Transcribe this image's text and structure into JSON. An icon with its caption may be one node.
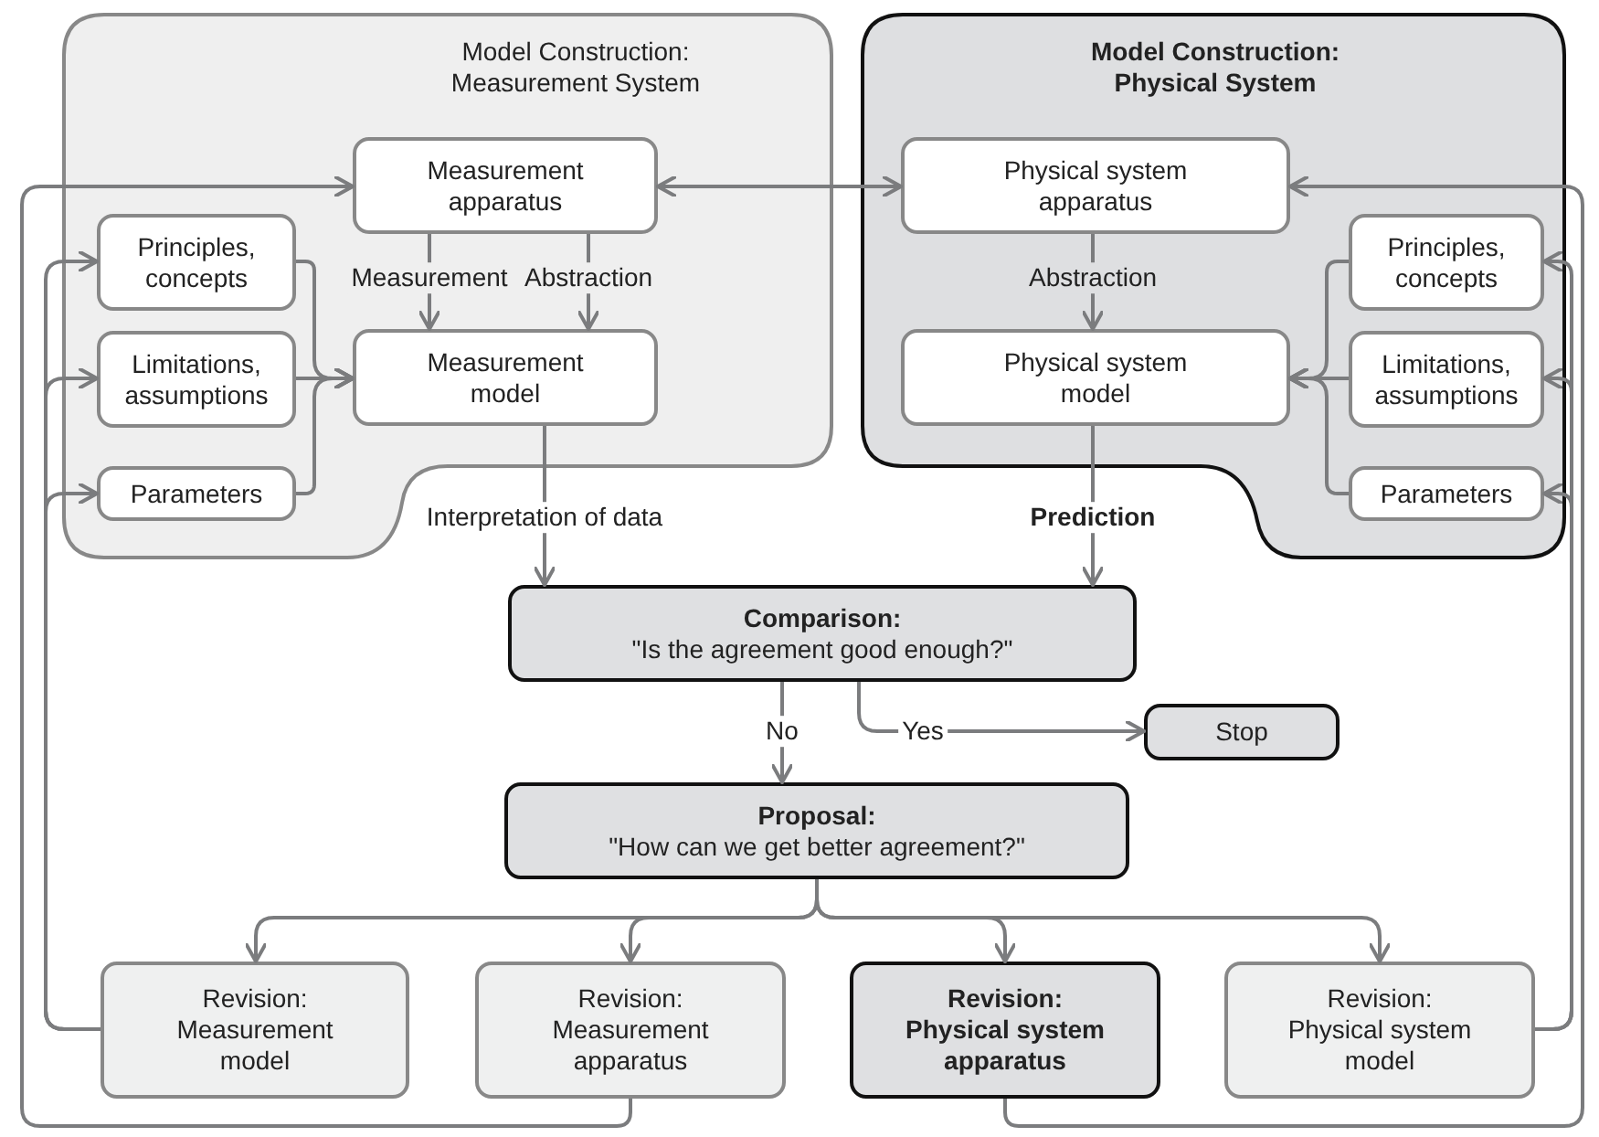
{
  "diagram": {
    "nodes": [
      {
        "text": [
          "Model Construction: Measurement System"
        ]
      },
      {
        "text": [
          "Measurement apparatus"
        ],
        "in": 0
      },
      {
        "text": [
          "Principles, concepts"
        ],
        "in": 0
      },
      {
        "text": [
          "Limitations, assumptions"
        ],
        "in": 0
      },
      {
        "text": [
          "Parameters"
        ],
        "in": 0
      },
      {
        "text": [
          "Measurement model"
        ],
        "in": 0
      },
      {
        "text": [
          "Model Construction: Physical System"
        ]
      },
      {
        "text": [
          "Physical system apparatus"
        ],
        "in": 6
      },
      {
        "text": [
          "Principles, concepts"
        ],
        "in": 6
      },
      {
        "text": [
          "Limitations, assumptions"
        ],
        "in": 6
      },
      {
        "text": [
          "Physical system model"
        ],
        "in": 6
      },
      {
        "text": [
          "Parameters"
        ],
        "in": 6
      },
      {
        "text": [
          "Comparison:",
          "\"Is the agreement good enough?\""
        ]
      },
      {
        "text": [
          "Stop"
        ]
      },
      {
        "text": [
          "Proposal:",
          "\"How can we get better agreement?\""
        ]
      },
      {
        "text": [
          "Revision:",
          "Measurement model"
        ]
      },
      {
        "text": [
          "Revision:",
          "Measurement apparatus"
        ]
      },
      {
        "text": [
          "Revision:",
          "Physical system apparatus"
        ]
      },
      {
        "text": [
          "Revision:",
          "Physical system model"
        ]
      }
    ],
    "edges": [
      {
        "from": 1,
        "to": 5,
        "arrow": "to",
        "label": "Measurement"
      },
      {
        "from": 1,
        "to": 5,
        "arrow": "to",
        "label": "Abstraction"
      },
      {
        "from": 1,
        "to": 7,
        "arrow": "both"
      },
      {
        "from": 2,
        "to": 5,
        "arrow": "to"
      },
      {
        "from": 3,
        "to": 5,
        "arrow": "to"
      },
      {
        "from": 4,
        "to": 5,
        "arrow": "to"
      },
      {
        "from": 7,
        "to": 10,
        "arrow": "to",
        "label": "Abstraction"
      },
      {
        "from": 8,
        "to": 10,
        "arrow": "to"
      },
      {
        "from": 9,
        "to": 10,
        "arrow": "to"
      },
      {
        "from": 11,
        "to": 10,
        "arrow": "to"
      },
      {
        "from": 5,
        "to": 12,
        "arrow": "to",
        "label": "Interpretation of data"
      },
      {
        "from": 10,
        "to": 12,
        "arrow": "to",
        "label": "Prediction"
      },
      {
        "from": 12,
        "to": 14,
        "arrow": "to",
        "label": "No"
      },
      {
        "from": 12,
        "to": 13,
        "arrow": "to",
        "label": "Yes"
      },
      {
        "from": 14,
        "to": 15,
        "arrow": "to"
      },
      {
        "from": 14,
        "to": 16,
        "arrow": "to"
      },
      {
        "from": 14,
        "to": 17,
        "arrow": "to"
      },
      {
        "from": 14,
        "to": 18,
        "arrow": "to"
      },
      {
        "from": 15,
        "to": 2,
        "arrow": "to"
      },
      {
        "from": 15,
        "to": 3,
        "arrow": "to"
      },
      {
        "from": 15,
        "to": 4,
        "arrow": "to"
      },
      {
        "from": 16,
        "to": 1,
        "arrow": "to"
      },
      {
        "from": 17,
        "to": 7,
        "arrow": "to"
      },
      {
        "from": 18,
        "to": 8,
        "arrow": "to"
      },
      {
        "from": 18,
        "to": 9,
        "arrow": "to"
      },
      {
        "from": 18,
        "to": 11,
        "arrow": "to"
      }
    ]
  }
}
